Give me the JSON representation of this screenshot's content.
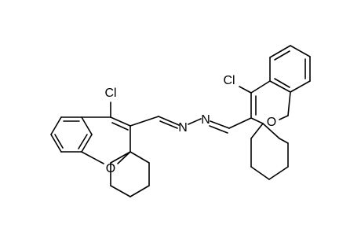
{
  "structure": {
    "atoms": {
      "cl_left": "Cl",
      "o_left": "O",
      "n_left": "N",
      "n_right": "N",
      "cl_right": "Cl",
      "o_right": "O"
    },
    "colors": {
      "ink": "#000000",
      "background": "#ffffff"
    }
  }
}
